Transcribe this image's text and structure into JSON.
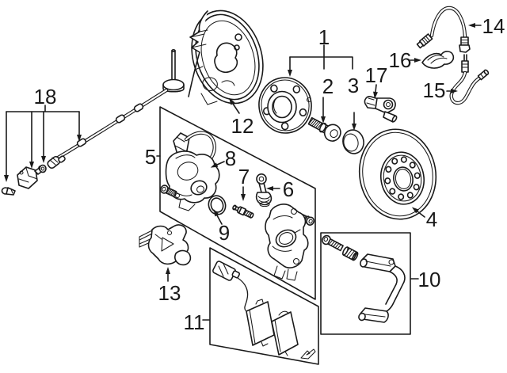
{
  "figure": {
    "kind": "exploded-parts-diagram",
    "subject": "rear-disc-brake-assembly",
    "background_color": "#ffffff",
    "line_color": "#1a1a1a"
  },
  "callouts": [
    {
      "number": "1",
      "part": "wheel-hub-assembly"
    },
    {
      "number": "2",
      "part": "hub-bolt"
    },
    {
      "number": "3",
      "part": "dust-cap"
    },
    {
      "number": "4",
      "part": "brake-rotor"
    },
    {
      "number": "5",
      "part": "caliper-repair-kit"
    },
    {
      "number": "6",
      "part": "guide-pin"
    },
    {
      "number": "7",
      "part": "bleeder-valve"
    },
    {
      "number": "8",
      "part": "parking-brake-actuator"
    },
    {
      "number": "9",
      "part": "seal-ring"
    },
    {
      "number": "10",
      "part": "caliper-bracket-kit"
    },
    {
      "number": "11",
      "part": "brake-pad-set"
    },
    {
      "number": "12",
      "part": "splash-shield"
    },
    {
      "number": "13",
      "part": "parking-brake-lever"
    },
    {
      "number": "14",
      "part": "brake-hose-upper"
    },
    {
      "number": "15",
      "part": "brake-hose-lower"
    },
    {
      "number": "16",
      "part": "retaining-clip"
    },
    {
      "number": "17",
      "part": "abs-speed-sensor"
    },
    {
      "number": "18",
      "part": "sensor-mounting-kit"
    }
  ]
}
